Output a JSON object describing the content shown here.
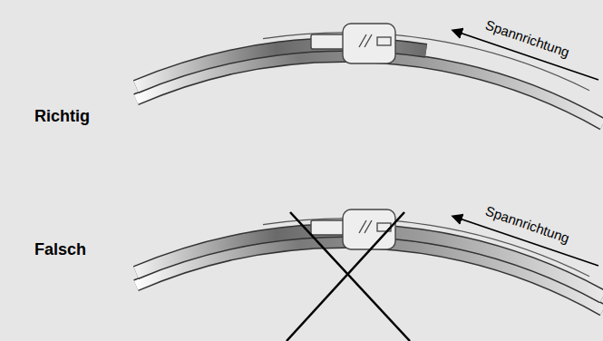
{
  "diagram": {
    "labels": [
      "Richtig",
      "Spannrichtung",
      "Falsch",
      "Spannrichtung"
    ]
  }
}
